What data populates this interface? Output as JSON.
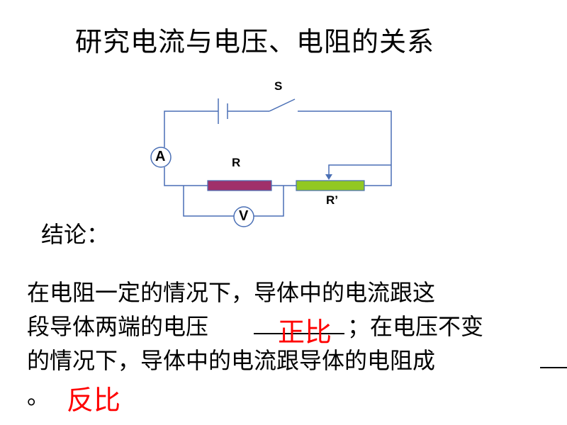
{
  "title": "研究电流与电压、电阻的关系",
  "circuit": {
    "switch_label": "S",
    "ammeter_label": "A",
    "voltmeter_label": "V",
    "resistor_label": "R",
    "rheostat_label": "R’",
    "colors": {
      "wire": "#4a6fb5",
      "resistor": "#a0306a",
      "rheostat": "#92c822"
    }
  },
  "conclusion": {
    "label": "结论：",
    "line1": "在电阻一定的情况下，导体中的电流跟这",
    "line2_a": "段导体两端的电压",
    "line2_b": "；在电压不变",
    "line3": "的情况下，导体中的电流跟导体的电阻成",
    "line4": "。",
    "answer1": "正比",
    "answer2": "反比"
  }
}
